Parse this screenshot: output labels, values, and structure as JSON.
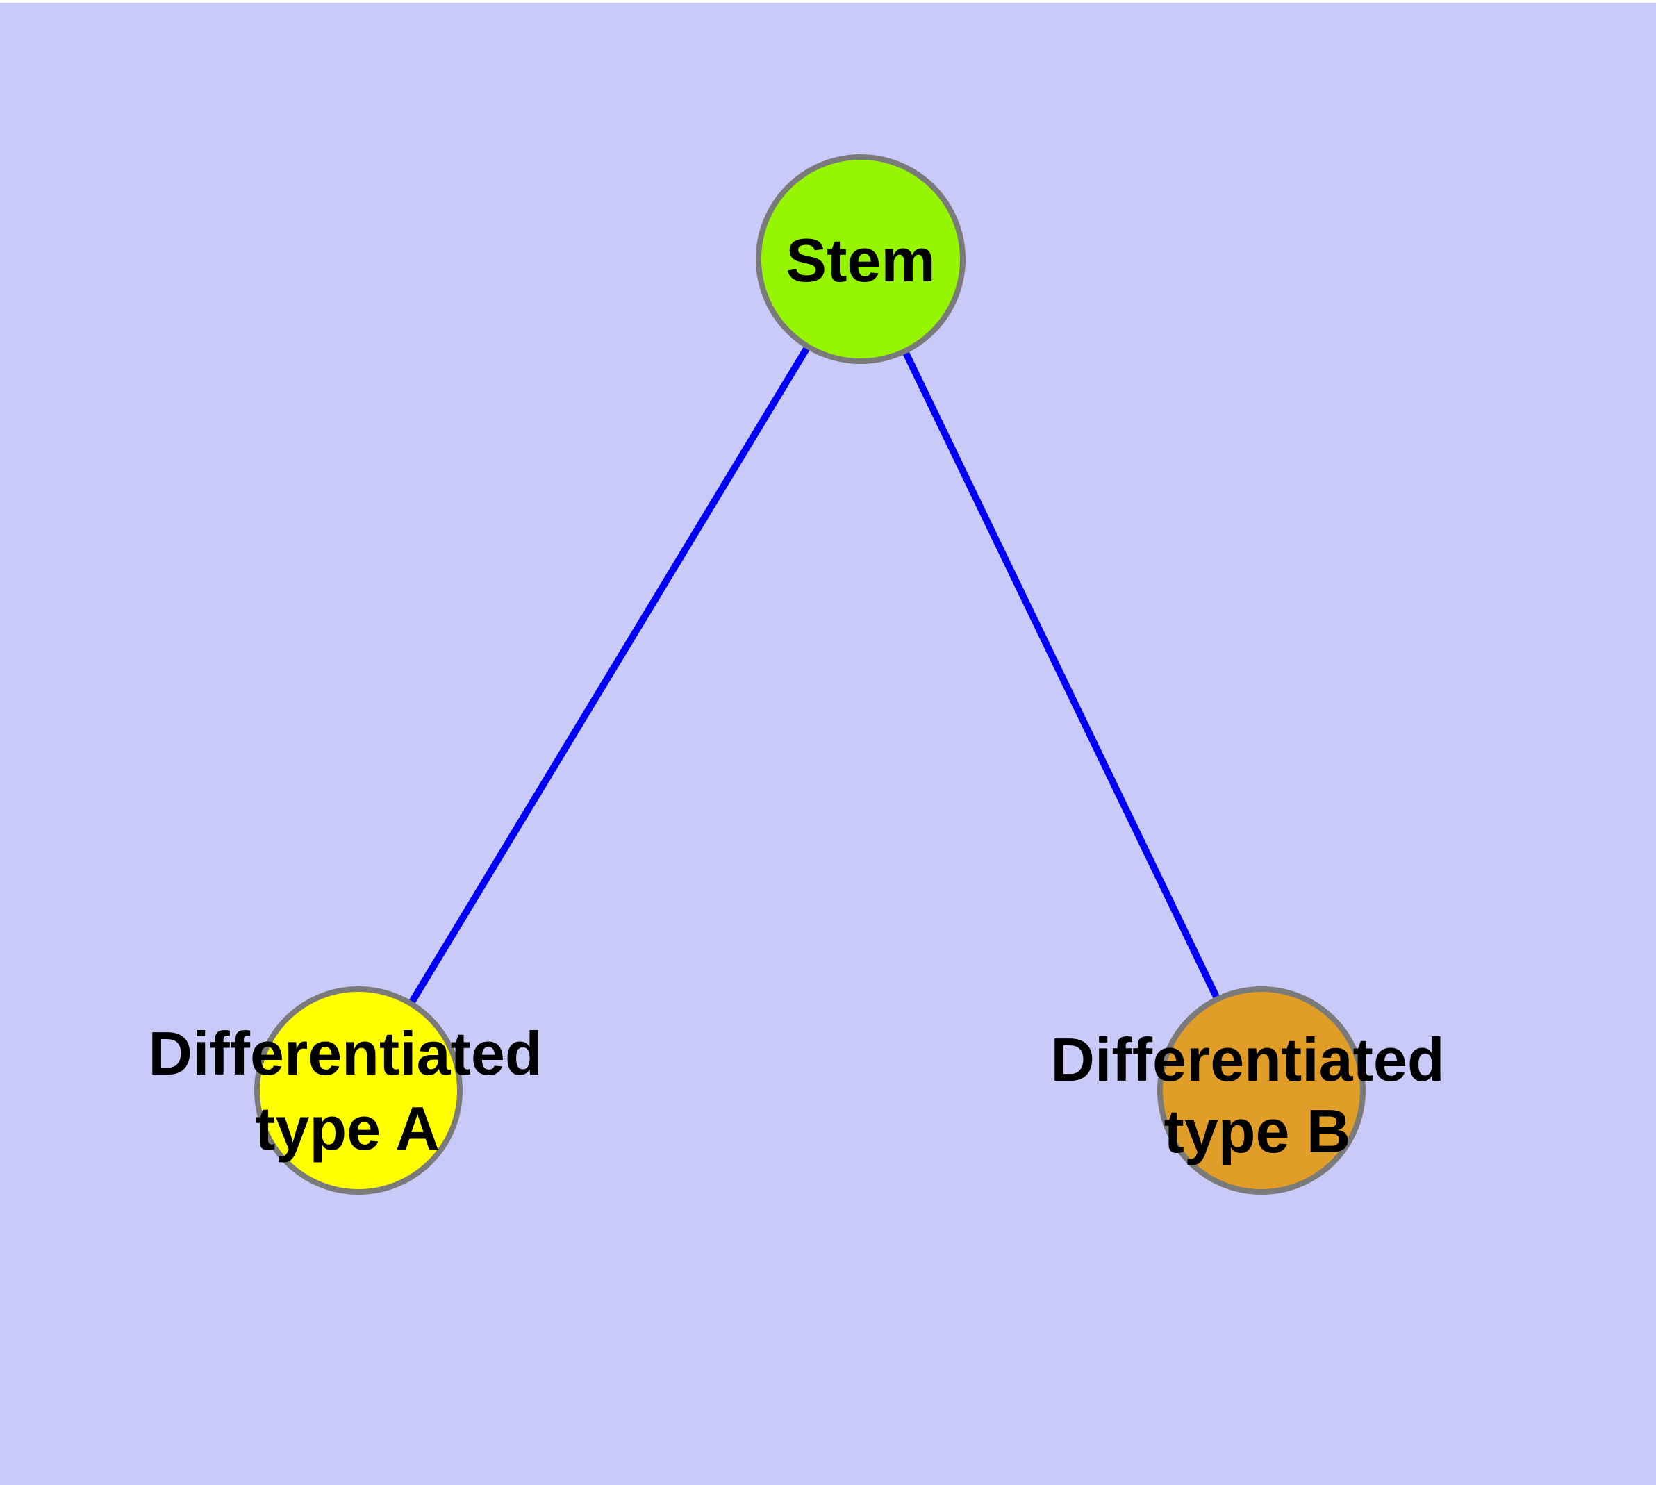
{
  "colors": {
    "background": "#CACAF8",
    "top_strip": "#FFFFFF",
    "edge": "#0000F5",
    "node_border": "#7A7A7A",
    "text": "#000000"
  },
  "nodes": [
    {
      "id": "stem",
      "label": "Stem",
      "fill": "#96F501"
    },
    {
      "id": "differentiated-type-a",
      "label_line1": "Differentiated",
      "label_line2": "type A",
      "fill": "#FFFF00"
    },
    {
      "id": "differentiated-type-b",
      "label_line1": "Differentiated",
      "label_line2": "type B",
      "fill": "#E09D28"
    }
  ],
  "edges": [
    {
      "from": "stem",
      "to": "differentiated-type-a"
    },
    {
      "from": "stem",
      "to": "differentiated-type-b"
    }
  ]
}
